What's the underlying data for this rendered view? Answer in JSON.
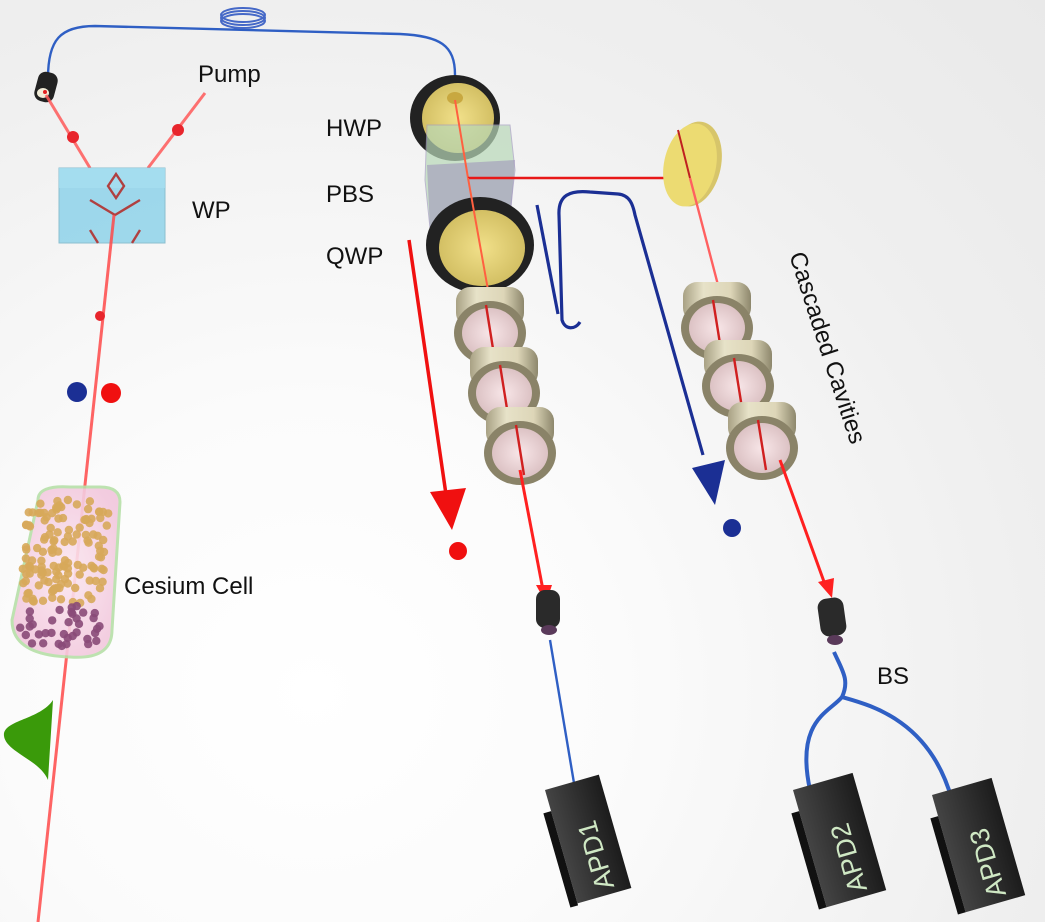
{
  "diagram": {
    "title": "Optical setup: photon pair source, cascaded cavity filters and APD detection",
    "labels": {
      "pump": "Pump",
      "wp": "WP",
      "hwp": "HWP",
      "pbs": "PBS",
      "qwp": "QWP",
      "cascaded_cavities": "Cascaded Cavities",
      "cesium_cell": "Cesium Cell",
      "bs": "BS",
      "apd1": "APD1",
      "apd2": "APD2",
      "apd3": "APD3"
    },
    "components": [
      {
        "id": "fiber-coil",
        "type": "fiber spool"
      },
      {
        "id": "fiber-coupler-input",
        "type": "fiber collimator"
      },
      {
        "id": "wp",
        "type": "waveguide / wollaston prism",
        "label_key": "wp"
      },
      {
        "id": "cesium-cell",
        "type": "atomic vapor cell",
        "label_key": "cesium_cell"
      },
      {
        "id": "hwp",
        "type": "half-wave plate",
        "label_key": "hwp"
      },
      {
        "id": "pbs",
        "type": "polarizing beam splitter",
        "label_key": "pbs"
      },
      {
        "id": "qwp",
        "type": "quarter-wave plate",
        "label_key": "qwp"
      },
      {
        "id": "mirror",
        "type": "mirror"
      },
      {
        "id": "cavities-left",
        "type": "cascaded cavities",
        "count": 3
      },
      {
        "id": "cavities-right",
        "type": "cascaded cavities",
        "count": 3,
        "label_key": "cascaded_cavities"
      },
      {
        "id": "fiber-coupler-1",
        "type": "fiber coupler"
      },
      {
        "id": "fiber-coupler-2",
        "type": "fiber coupler"
      },
      {
        "id": "bs",
        "type": "fiber beam splitter",
        "label_key": "bs"
      },
      {
        "id": "apd1",
        "type": "avalanche photodiode",
        "label_key": "apd1"
      },
      {
        "id": "apd2",
        "type": "avalanche photodiode",
        "label_key": "apd2"
      },
      {
        "id": "apd3",
        "type": "avalanche photodiode",
        "label_key": "apd3"
      }
    ],
    "photon_markers": [
      {
        "color": "blue",
        "meaning": "photon (blue mode)"
      },
      {
        "color": "red",
        "meaning": "photon (red mode)"
      }
    ],
    "colors": {
      "beam": "#ff2020",
      "fiber": "#2f5fc4",
      "red_arrow": "#f01010",
      "blue_arrow": "#1b2f94",
      "wave_plate": "#e8d57a",
      "pbs": "#a9c9b4",
      "wp": "#8fd6ee",
      "cavity_shell": "#d8d2b6",
      "cavity_window": "#f4dde0",
      "apd_body": "#2a2a2a",
      "apd_text": "#cfe8c4",
      "gaussian_pulse": "#3a9a0a"
    }
  }
}
